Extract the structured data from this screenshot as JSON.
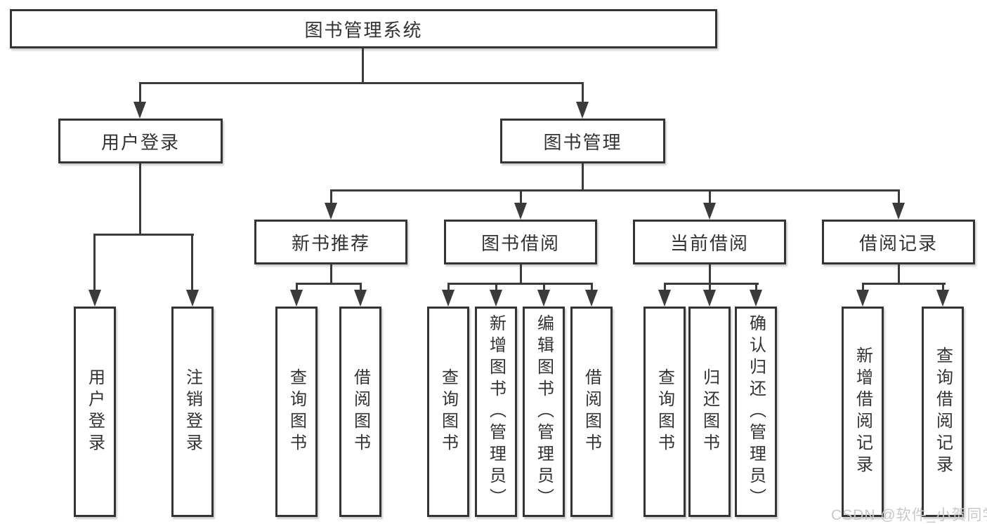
{
  "title": "图书管理系统",
  "tree": {
    "root": {
      "label": "图书管理系统",
      "children": [
        {
          "label": "用户登录",
          "children": [
            {
              "label": "用户登录"
            },
            {
              "label": "注销登录"
            }
          ]
        },
        {
          "label": "图书管理",
          "children": [
            {
              "label": "新书推荐",
              "children": [
                {
                  "label": "查询图书"
                },
                {
                  "label": "借阅图书"
                }
              ]
            },
            {
              "label": "图书借阅",
              "children": [
                {
                  "label": "查询图书"
                },
                {
                  "label": "新增图书（管理员）"
                },
                {
                  "label": "编辑图书（管理员）"
                },
                {
                  "label": "借阅图书"
                }
              ]
            },
            {
              "label": "当前借阅",
              "children": [
                {
                  "label": "查询图书"
                },
                {
                  "label": "归还图书"
                },
                {
                  "label": "确认归还（管理员）"
                }
              ]
            },
            {
              "label": "借阅记录",
              "children": [
                {
                  "label": "新增借阅记录"
                },
                {
                  "label": "查询借阅记录"
                }
              ]
            }
          ]
        }
      ]
    }
  },
  "watermark": {
    "text": "CSDN @软件_小贺同学"
  },
  "colors": {
    "line": "#3b3b3b",
    "box_border": "#343434",
    "text": "#333333",
    "watermark": "#c9c9c9",
    "background": "#ffffff"
  }
}
